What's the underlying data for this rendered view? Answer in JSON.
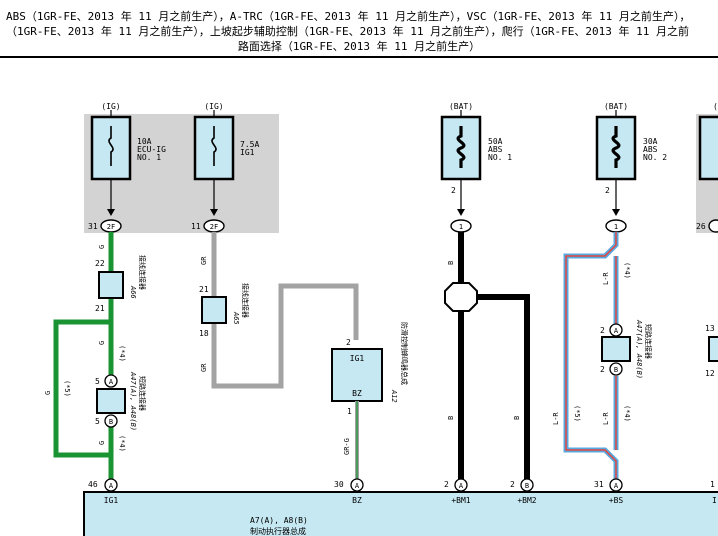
{
  "header": {
    "line1": "ABS（1GR-FE、2013 年 11 月之前生产），A-TRC（1GR-FE、2013 年 11 月之前生产），VSC（1GR-FE、2013 年 11 月之前生产），",
    "line2": "（1GR-FE、2013 年 11 月之前生产），上坡起步辅助控制（1GR-FE、2013 年 11 月之前生产），爬行（1GR-FE、2013 年 11 月之前",
    "line3": "路面选择（1GR-FE、2013 年 11 月之前生产）"
  },
  "fuses": [
    {
      "src": "(IG)",
      "amp": "10A",
      "name1": "ECU-IG",
      "name2": "NO. 1",
      "pin": "31",
      "conn": "2F"
    },
    {
      "src": "(IG)",
      "amp": "7.5A",
      "name1": "IG1",
      "name2": "",
      "pin": "11",
      "conn": "2F"
    },
    {
      "src": "(BAT)",
      "amp": "50A",
      "name1": "ABS",
      "name2": "NO. 1",
      "pin": "2",
      "conn": "1"
    },
    {
      "src": "(BAT)",
      "amp": "30A",
      "name1": "ABS",
      "name2": "NO. 2",
      "pin": "2",
      "conn": "1"
    },
    {
      "src": "(I",
      "pin": "26"
    }
  ],
  "wires": {
    "g": "G",
    "gr": "GR",
    "b": "B",
    "lr": "L-R",
    "grg": "GR-G",
    "note4": "(*4)",
    "note5": "(*5)"
  },
  "connectors": {
    "a66_id": "A66",
    "a66_name": "接线连接器",
    "a66_p1": "22",
    "a66_p2": "21",
    "a65_id": "A65",
    "a65_name": "接线连接器",
    "a65_p1": "21",
    "a65_p2": "18",
    "short_id": "A47(A), A48(B)",
    "short_name": "短路连接器",
    "short1_pa": "5",
    "short1_pb": "5",
    "short2_pa": "2",
    "short2_pb": "2",
    "right_p1": "13",
    "right_p2": "12",
    "pin_a": "A",
    "pin_b": "B"
  },
  "relay": {
    "id": "A12",
    "name": "防滑控制蜂鸣器总成",
    "t1": "IG1",
    "t2": "BZ",
    "pin_top": "2",
    "pin_bot": "1"
  },
  "ecu": {
    "id": "A7(A), A8(B)",
    "name": "制动执行器总成",
    "pins": [
      {
        "num": "46",
        "conn": "A",
        "label": "IG1"
      },
      {
        "num": "30",
        "conn": "A",
        "label": "BZ"
      },
      {
        "num": "2",
        "conn": "A",
        "label": "+BM1"
      },
      {
        "num": "2",
        "conn": "B",
        "label": "+BM2"
      },
      {
        "num": "31",
        "conn": "A",
        "label": "+BS"
      },
      {
        "num": "1",
        "conn": "",
        "label": "I"
      }
    ]
  },
  "colors": {
    "green": "#1a9433",
    "gray": "#a3a3a3",
    "black": "#000000",
    "blue": "#5aa8de",
    "red": "#e0453f",
    "panel": "#d3d3d3",
    "fuse_fill": "#c6e8f2",
    "ecu_fill": "#c6e8f2"
  }
}
